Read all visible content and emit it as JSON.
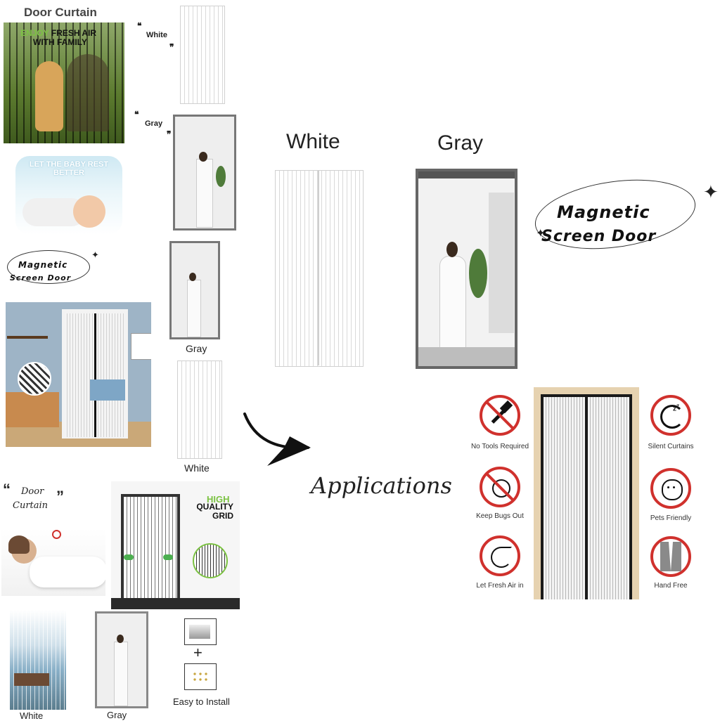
{
  "left_column": {
    "door_curtain_heading": "Door Curtain",
    "hero_enjoy": "ENJOY",
    "hero_rest": "FRESH AIR",
    "hero_line2": "WITH FAMILY",
    "baby_banner": "LET THE BABY REST BETTER",
    "magnetic_badge_line1": "Magnetic",
    "magnetic_badge_line2": "Screen Door",
    "quote_door_curtain_line1": "Door",
    "quote_door_curtain_line2": "Curtain",
    "high": "HIGH",
    "quality_grid": "QUALITY GRID"
  },
  "swatch_column": {
    "white_quote": "White",
    "gray_quote": "Gray",
    "gray_caption": "Gray",
    "white_caption": "White"
  },
  "bottom_row": {
    "white_caption": "White",
    "gray_caption": "Gray",
    "easy_install": "Easy to Install",
    "plus": "+"
  },
  "center": {
    "white_title": "White",
    "gray_title": "Gray",
    "magnetic_line1": "Magnetic",
    "magnetic_line2": "Screen Door",
    "applications": "Applications"
  },
  "features": {
    "left": [
      {
        "label": "No Tools Required",
        "icon": "hammer-crossed-icon"
      },
      {
        "label": "Keep Bugs Out",
        "icon": "bug-crossed-icon"
      },
      {
        "label": "Let Fresh Air in",
        "icon": "wind-icon"
      }
    ],
    "right": [
      {
        "label": "Silent Curtains",
        "icon": "moon-zz-icon"
      },
      {
        "label": "Pets Friendly",
        "icon": "dog-icon"
      },
      {
        "label": "Hand Free",
        "icon": "curtain-icon"
      }
    ]
  },
  "colors": {
    "accent_red": "#d0312d",
    "green": "#7cc243",
    "door_frame": "#e6d2b0"
  }
}
